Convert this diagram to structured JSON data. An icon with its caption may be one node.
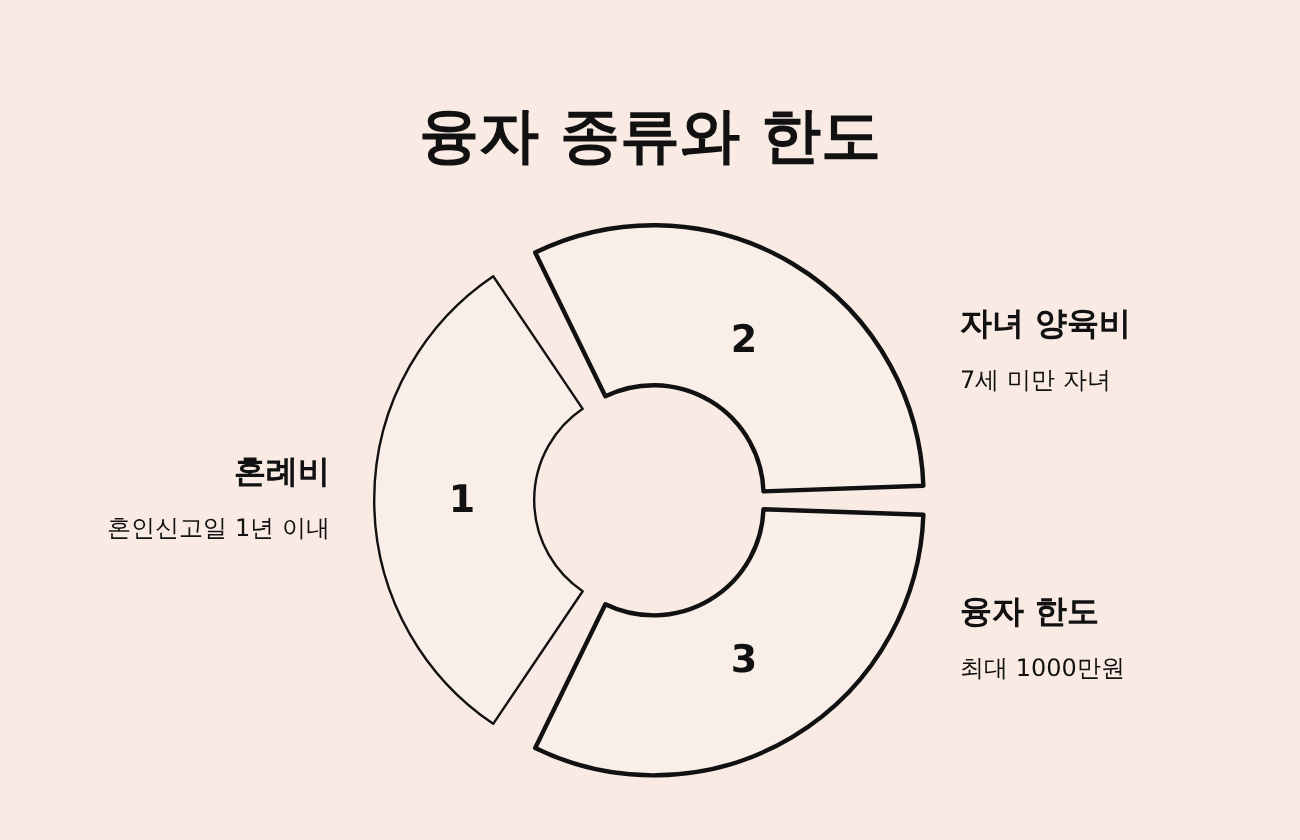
{
  "diagram": {
    "title": "융자 종류와 한도",
    "nodes": [
      {
        "text": [
          "1"
        ],
        "beside": [
          "혼례비",
          "혼인신고일 1년 이내"
        ]
      },
      {
        "text": [
          "2"
        ],
        "beside": [
          "자녀 양육비",
          "7세 미만 자녀"
        ]
      },
      {
        "text": [
          "3"
        ],
        "beside": [
          "융자 한도",
          "최대 1000만원"
        ]
      }
    ]
  }
}
